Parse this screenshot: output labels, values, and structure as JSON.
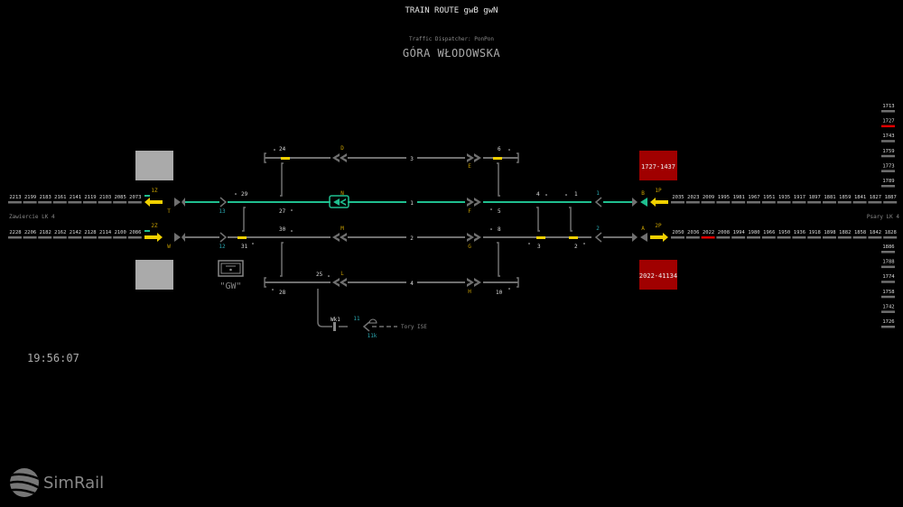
{
  "header": {
    "title": "TRAIN ROUTE gwB gwN",
    "dispatcher": "Traffic Dispatcher: PonPon",
    "station": "GÓRA WŁODOWSKA"
  },
  "clock": "19:56:07",
  "logo": {
    "text": "SimRail"
  },
  "colors": {
    "background": "#000000",
    "track": "#707070",
    "route": "#1fbf8f",
    "occupied": "#e00000",
    "switch_marker": "#f0d000",
    "label_yellow": "#c8a000",
    "label_cyan": "#2aa7b0",
    "train_box": "#a00000"
  },
  "left_line": {
    "name": "Zawiercie LK 4",
    "top_blocks": [
      "2213",
      "2199",
      "2183",
      "2161",
      "2141",
      "2119",
      "2103",
      "2085",
      "2073"
    ],
    "bottom_blocks": [
      "2228",
      "2206",
      "2182",
      "2162",
      "2142",
      "2128",
      "2114",
      "2100",
      "2086"
    ],
    "top_signal": "1Z",
    "bottom_signal": "2Z",
    "top_signal_letter": "T",
    "bottom_signal_letter": "W"
  },
  "right_line": {
    "name": "Psary LK 4",
    "top_blocks": [
      "2035",
      "2023",
      "2009",
      "1995",
      "1981",
      "1967",
      "1951",
      "1935",
      "1917",
      "1897",
      "1881",
      "1859",
      "1841",
      "1827",
      "1887"
    ],
    "bottom_blocks": [
      "2050",
      "2036",
      "2022",
      "2008",
      "1994",
      "1980",
      "1966",
      "1950",
      "1936",
      "1918",
      "1898",
      "1882",
      "1858",
      "1842",
      "1828"
    ],
    "bottom_occupied_block": "2022",
    "top_signal": "1P",
    "bottom_signal": "2P",
    "top_signal_letter": "B",
    "bottom_signal_letter": "A",
    "vertical_up": [
      "1713",
      "1727",
      "1743",
      "1759",
      "1773",
      "1789"
    ],
    "vertical_up_occupied": "1727",
    "vertical_down": [
      "1886",
      "1788",
      "1774",
      "1758",
      "1742",
      "1726"
    ]
  },
  "trains": [
    {
      "label": "1727-1437"
    },
    {
      "label": "2022-41134"
    }
  ],
  "station_box": {
    "label": "\"GW\""
  },
  "tracks": {
    "track1": "1",
    "track2": "2",
    "track3": "3",
    "track4": "4"
  },
  "signals": {
    "D": "D",
    "N": "N",
    "M": "M",
    "L": "L",
    "E": "E",
    "F": "F",
    "G": "G",
    "H": "H"
  },
  "switches": {
    "s24": "24",
    "s29": "29",
    "s27": "27",
    "s30": "30",
    "s31": "31",
    "s25": "25",
    "s28": "28",
    "s6": "6",
    "s5": "5",
    "s8": "8",
    "s10": "10",
    "s4": "4",
    "s1": "1",
    "s3": "3",
    "s2": "2"
  },
  "track_labels": {
    "t13": "13",
    "t12": "12",
    "t1": "1",
    "t2": "2",
    "t11": "11",
    "t11k": "11k"
  },
  "siding": {
    "wk1": "Wk1",
    "tory": "Tory ISE"
  }
}
